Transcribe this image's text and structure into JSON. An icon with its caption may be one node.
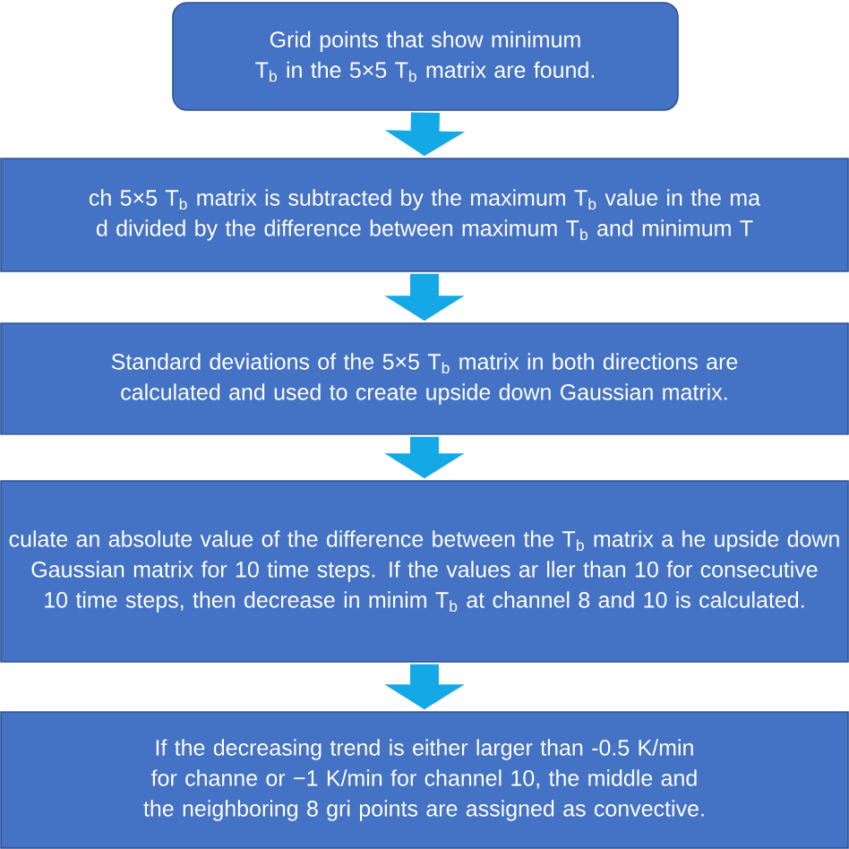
{
  "diagram": {
    "nodes": [
      {
        "text": [
          "Grid points that show minimum T$_{b}$ in the 5×5 T$_{b}$ matrix are found."
        ]
      },
      {
        "text": [
          "ch 5×5 T$_{b}$ matrix is subtracted by the maximum T$_{b}$ value in the ma d divided by the difference between maximum T$_{b}$ and minimum T"
        ]
      },
      {
        "text": [
          "Standard deviations of the 5×5 T$_{b}$ matrix in both directions are calculated and used to create upside down Gaussian matrix."
        ]
      },
      {
        "text": [
          "culate an absolute value of the difference between the T$_{b}$ matrix a he upside down Gaussian matrix for 10 time steps. If the values ar ller than 10 for consecutive 10 time steps, then decrease in minim T$_{b}$ at channel 8 and 10 is calculated."
        ]
      },
      {
        "text": [
          "If the decreasing trend is either larger than -0.5 K/min for channe or −1 K/min for channel 10, the middle and the neighboring 8 gri points are assigned as convective."
        ]
      }
    ],
    "edges": [
      {
        "from": 0,
        "to": 1,
        "arrow": "to"
      },
      {
        "from": 1,
        "to": 2,
        "arrow": "to"
      },
      {
        "from": 2,
        "to": 3,
        "arrow": "to"
      },
      {
        "from": 3,
        "to": 4,
        "arrow": "to"
      }
    ]
  }
}
